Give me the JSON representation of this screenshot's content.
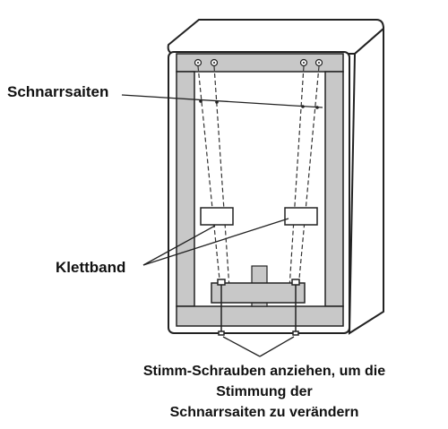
{
  "labels": {
    "snares": "Schnarrsaiten",
    "velcro": "Klettband"
  },
  "caption": {
    "line1": "Stimm-Schrauben anziehen, um die",
    "line2": "Stimmung der",
    "line3": "Schnarrsaiten zu verändern"
  },
  "colors": {
    "outline": "#222222",
    "frame_fill": "#c8c8c8",
    "box_fill": "#ffffff",
    "text": "#111111"
  }
}
